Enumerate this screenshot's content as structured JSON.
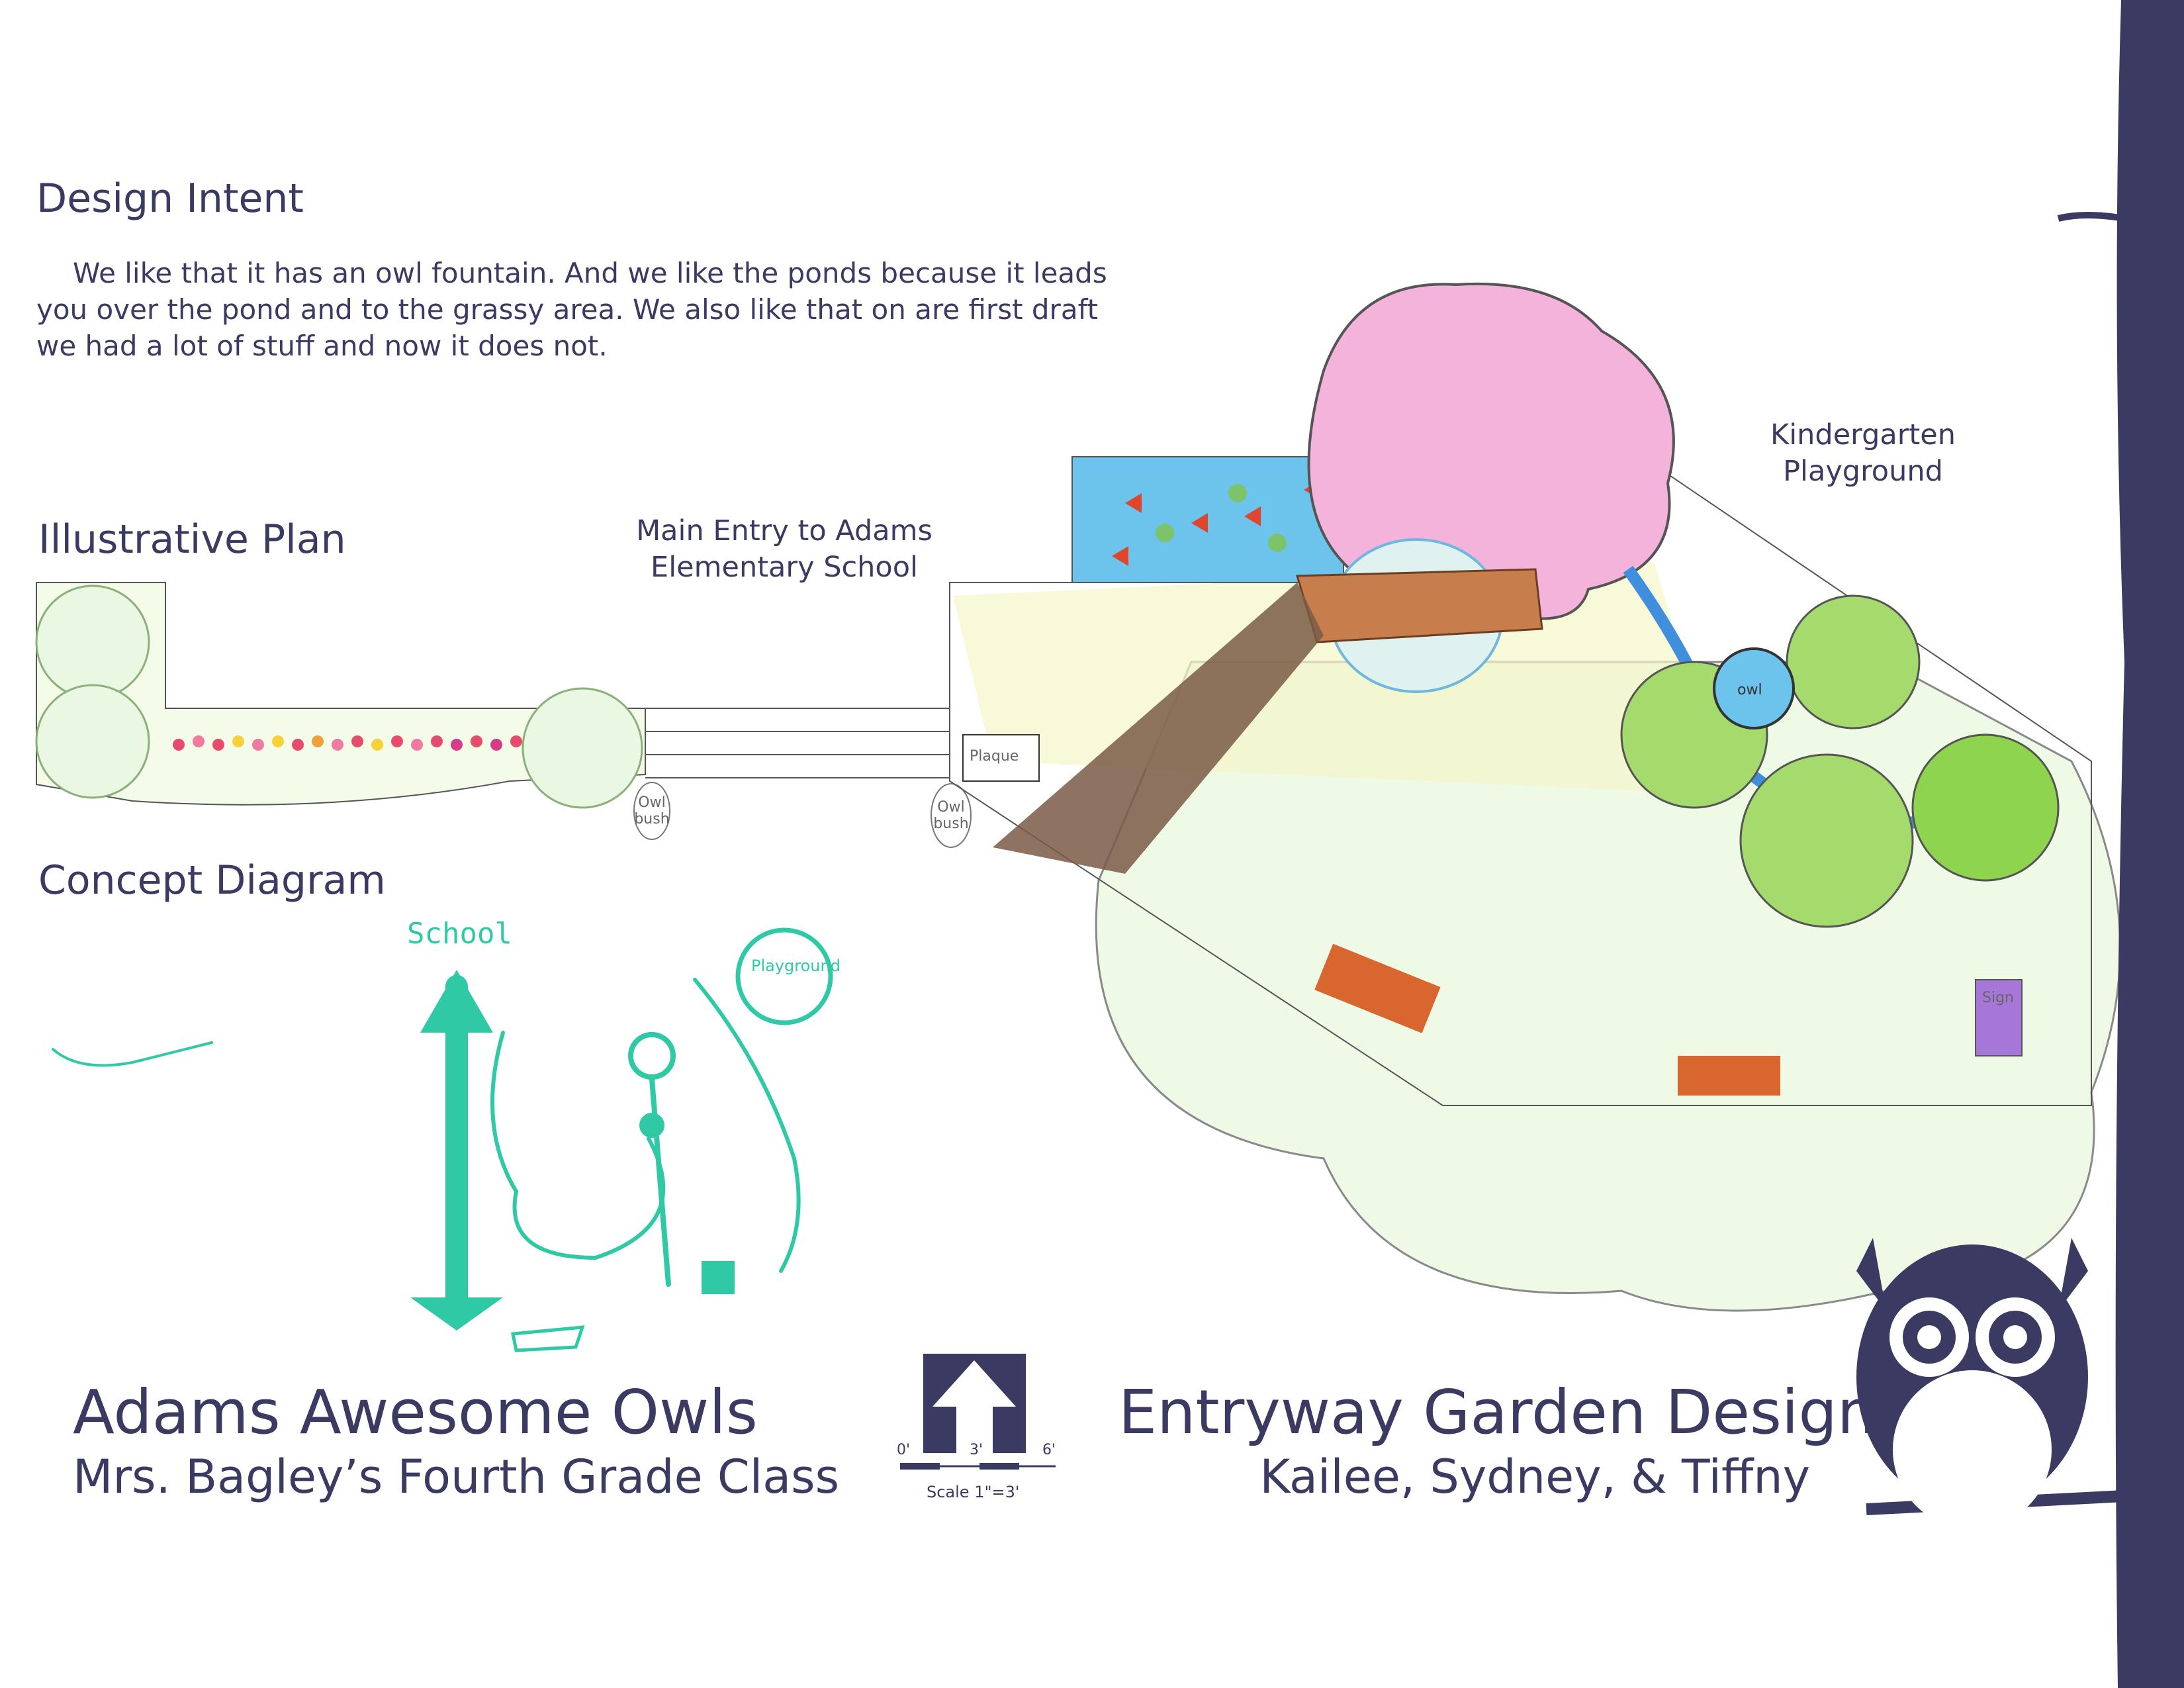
{
  "design_intent": {
    "heading": "Design Intent",
    "body": "We like that it has an owl fountain.  And we like the ponds because it leads you over the pond and to the grassy area.  We also like that on are first draft we had a lot of stuff and now it does not."
  },
  "illustrative_plan": {
    "heading": "Illustrative Plan",
    "main_entry_label": "Main Entry to Adams Elementary School",
    "playground_label": "Kindergarten Playground",
    "owl_bush_label": "Owl bush",
    "plaque_label": "Plaque",
    "owl_fountain_label": "owl",
    "sign_label": "Sign"
  },
  "concept_diagram": {
    "heading": "Concept Diagram",
    "school_label": "School",
    "playground_label": "Playground"
  },
  "footer": {
    "team_name": "Adams Awesome Owls",
    "class_name": "Mrs. Bagley’s Fourth Grade Class",
    "project_title": "Entryway Garden Design",
    "authors": "Kailee, Sydney, & Tiffny",
    "scale_ticks": [
      "0'",
      "3'",
      "6'"
    ],
    "scale_label": "Scale 1\"=3'"
  },
  "colors": {
    "brand": "#3b3a63",
    "water": "#45b6e6",
    "grass": "#9fe07a",
    "tree_pink": "#f2a6d3",
    "concept_teal": "#2fc9a6",
    "bench": "#d9662f"
  }
}
